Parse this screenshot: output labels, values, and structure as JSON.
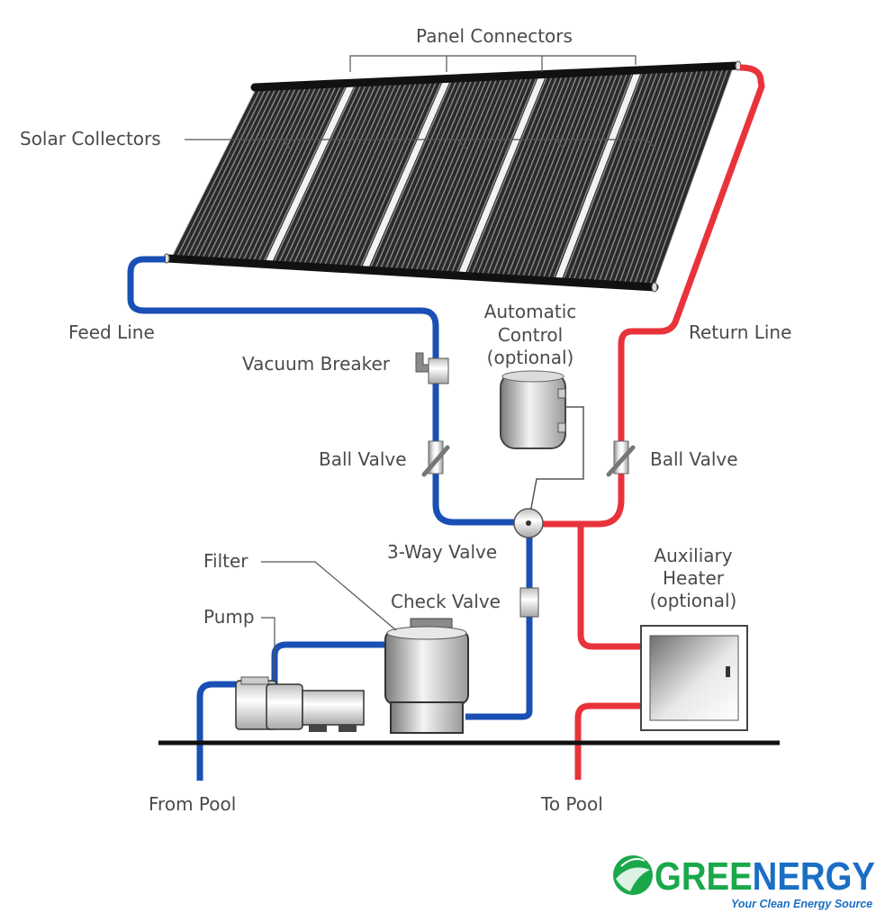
{
  "labels": {
    "panel_connectors": "Panel Connectors",
    "solar_collectors": "Solar Collectors",
    "feed_line": "Feed Line",
    "return_line": "Return Line",
    "automatic_control": [
      "Automatic",
      "Control",
      "(optional)"
    ],
    "vacuum_breaker": "Vacuum Breaker",
    "ball_valve_left": "Ball Valve",
    "ball_valve_right": "Ball Valve",
    "three_way_valve": "3-Way Valve",
    "filter": "Filter",
    "check_valve": "Check Valve",
    "pump": "Pump",
    "auxiliary_heater": [
      "Auxiliary",
      "Heater",
      "(optional)"
    ],
    "from_pool": "From Pool",
    "to_pool": "To Pool"
  },
  "logo": {
    "word": "GREENERGY",
    "tagline": "Your Clean Energy Source",
    "green": "#1aa84a",
    "blue": "#1a6fc4"
  },
  "colors": {
    "feed_line": "#1a4fb5",
    "return_line": "#e8333b",
    "label_text": "#4a4a4a",
    "leader_line": "#555555"
  }
}
